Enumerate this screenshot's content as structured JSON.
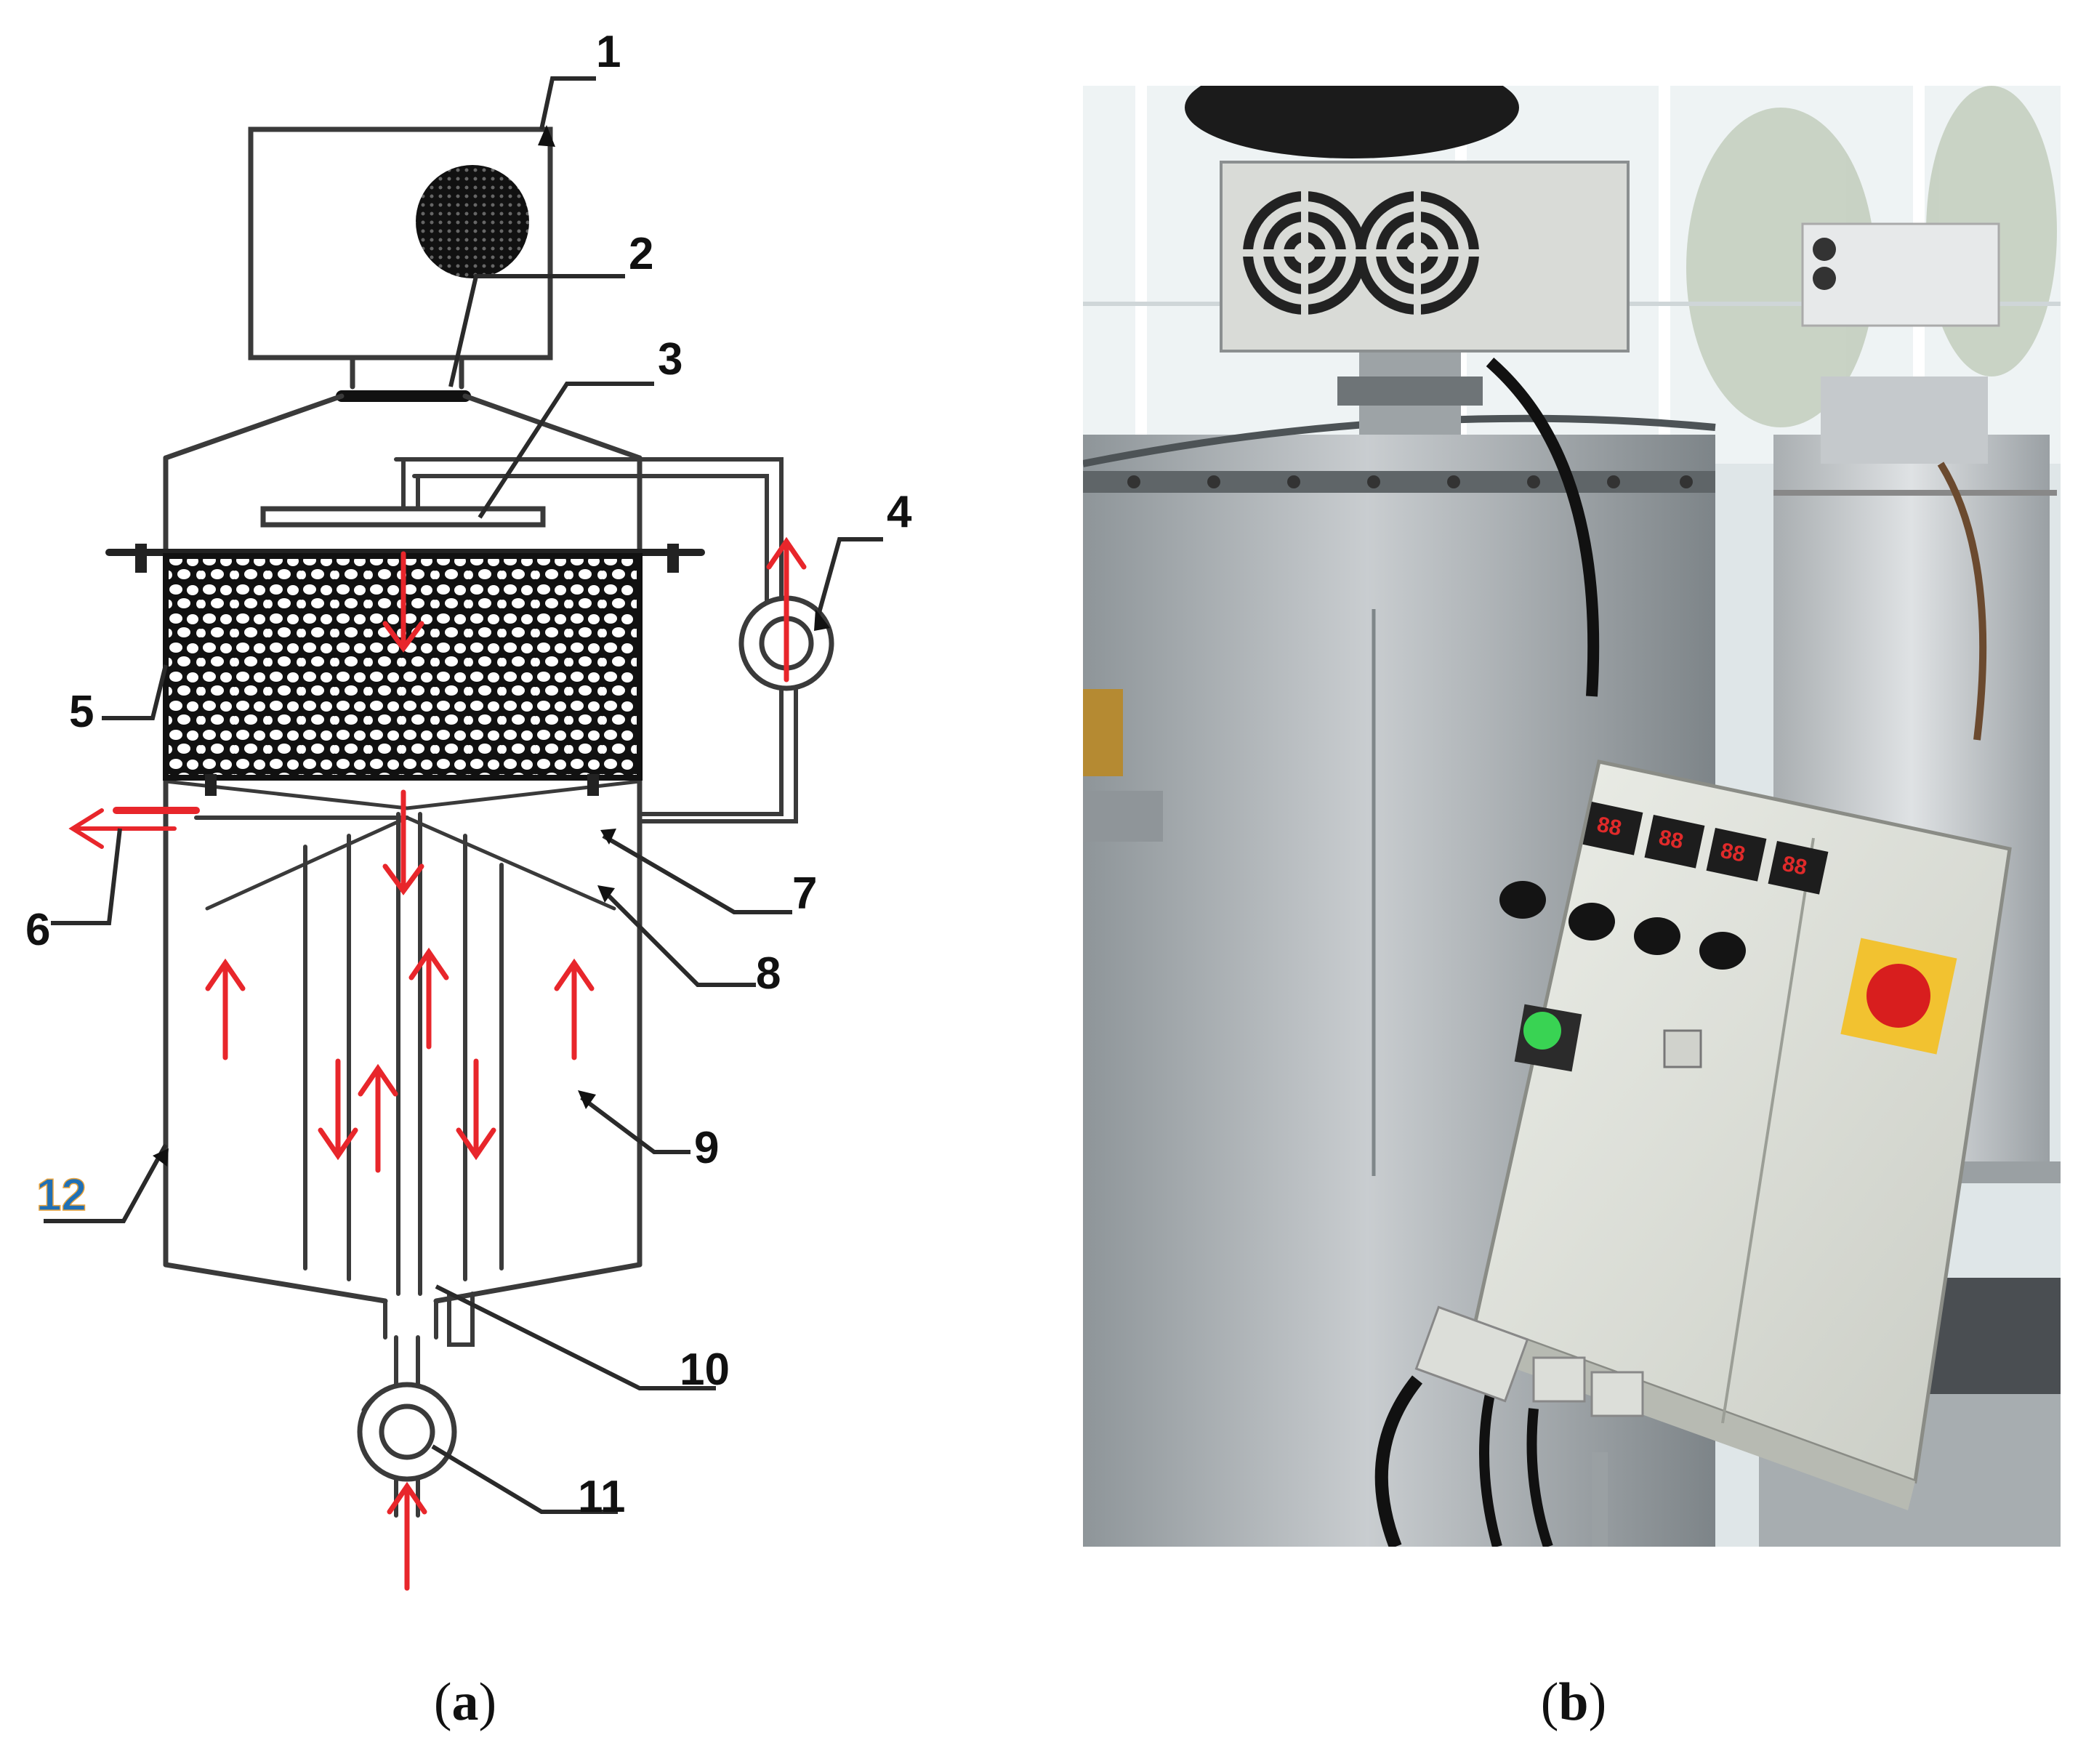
{
  "diagram": {
    "labels": [
      "1",
      "2",
      "3",
      "4",
      "5",
      "6",
      "7",
      "8",
      "9",
      "10",
      "11",
      "12"
    ],
    "colors": {
      "line": "#3a3a3a",
      "flow_arrow": "#e8262b",
      "label_12": "#1f6fb5",
      "label_12_accent": "#e8a23b"
    }
  },
  "captions": {
    "a": {
      "open": "(",
      "letter": "a",
      "close": ")"
    },
    "b": {
      "open": "(",
      "letter": "b",
      "close": ")"
    }
  },
  "photo": {
    "controller_displays": [
      "88",
      "88",
      "88",
      "88"
    ],
    "colors": {
      "wall": "#cfd8dc",
      "steel": "#b7bcc0",
      "cabinet": "#e4e6df",
      "green_lamp": "#39d353",
      "emergency_stop": "#d81e1e",
      "stop_base": "#f2c230"
    }
  }
}
